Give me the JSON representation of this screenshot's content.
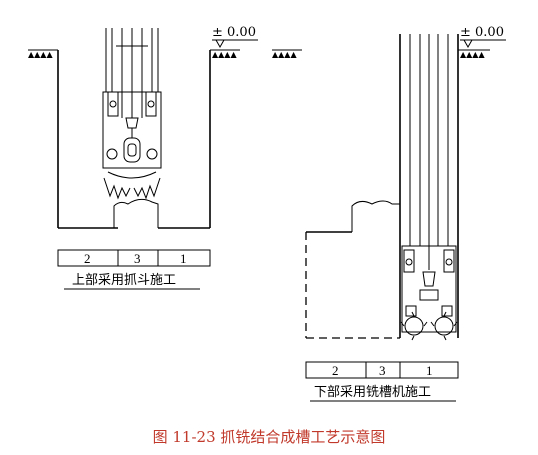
{
  "left": {
    "elevation": "± 0.00",
    "zones": [
      "2",
      "3",
      "1"
    ],
    "caption": "上部采用抓斗施工"
  },
  "right": {
    "elevation": "± 0.00",
    "zones": [
      "2",
      "3",
      "1"
    ],
    "caption": "下部采用铣槽机施工"
  },
  "figure_caption": "图 11-23  抓铣结合成槽工艺示意图",
  "colors": {
    "caption": "#c0392b",
    "line": "#000000"
  }
}
